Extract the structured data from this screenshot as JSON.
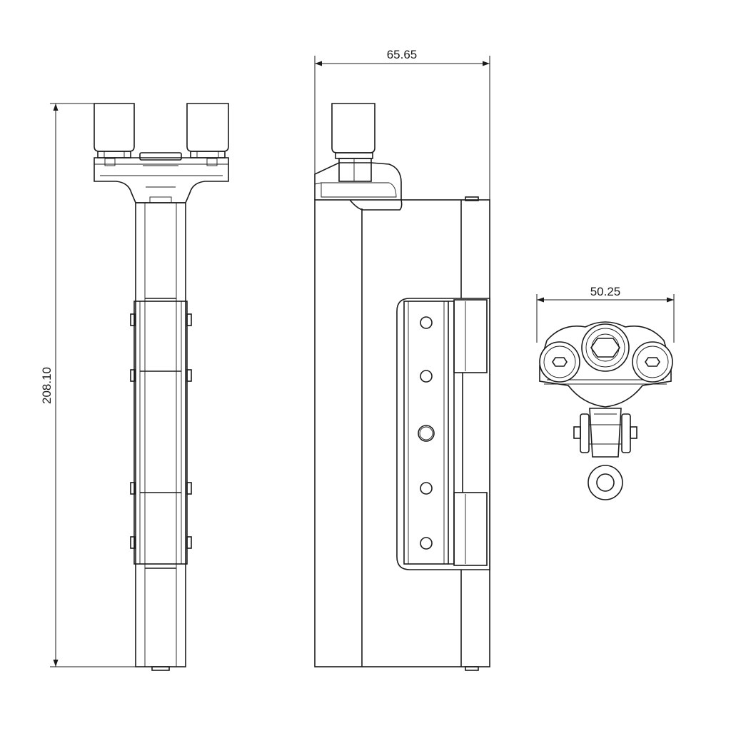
{
  "dimensions": {
    "height": "208.10",
    "depth": "65.65",
    "width": "50.25"
  },
  "colors": {
    "line": "#1a1a1a",
    "background": "#ffffff"
  }
}
